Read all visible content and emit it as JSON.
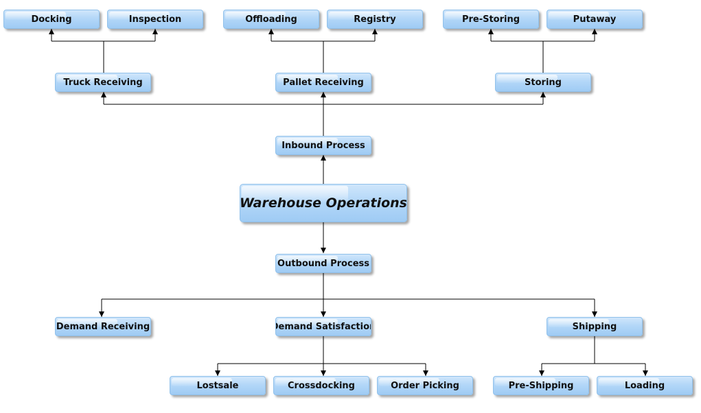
{
  "diagram": {
    "root": "Warehouse Operations",
    "inbound": {
      "label": "Inbound Process",
      "truck_receiving": {
        "label": "Truck Receiving",
        "docking": "Docking",
        "inspection": "Inspection"
      },
      "pallet_receiving": {
        "label": "Pallet Receiving",
        "offloading": "Offloading",
        "registry": "Registry"
      },
      "storing": {
        "label": "Storing",
        "pre_storing": "Pre-Storing",
        "putaway": "Putaway"
      }
    },
    "outbound": {
      "label": "Outbound Process",
      "demand_receiving": {
        "label": "Demand Receiving"
      },
      "demand_satisfaction": {
        "label": "Demand Satisfaction",
        "lostsale": "Lostsale",
        "crossdocking": "Crossdocking",
        "order_picking": "Order Picking"
      },
      "shipping": {
        "label": "Shipping",
        "pre_shipping": "Pre-Shipping",
        "loading": "Loading"
      }
    }
  }
}
